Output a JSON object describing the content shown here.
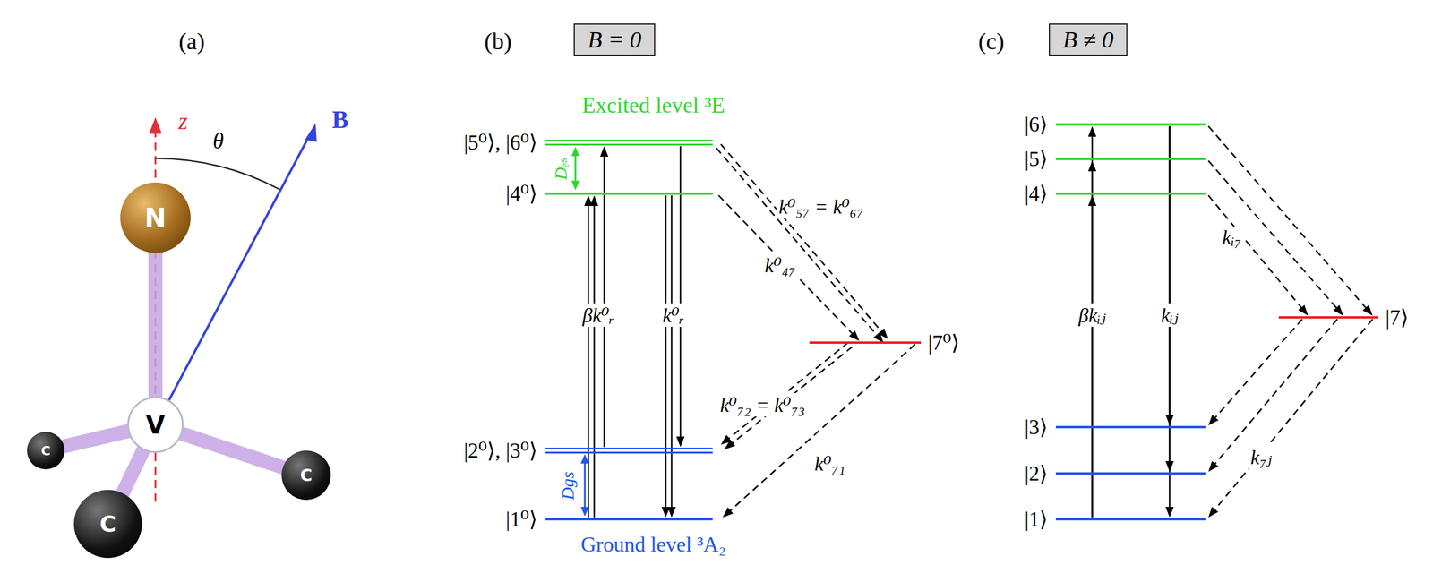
{
  "diagram": {
    "nodes": [
      {
        "text": [
          "N"
        ]
      },
      {
        "text": [
          "V"
        ]
      },
      {
        "text": [
          "C"
        ]
      },
      {
        "text": [
          "C"
        ]
      },
      {
        "text": [
          "C"
        ]
      },
      {
        "text": [
          "B = 0"
        ]
      },
      {
        "text": [
          "|5⁰⟩, |6⁰⟩"
        ]
      },
      {
        "text": [
          "|4⁰⟩"
        ]
      },
      {
        "text": [
          "|7⁰⟩"
        ]
      },
      {
        "text": [
          "|2⁰⟩, |3⁰⟩"
        ]
      },
      {
        "text": [
          "|1⁰⟩"
        ]
      },
      {
        "text": [
          "B ≠ 0"
        ]
      },
      {
        "text": [
          "|6⟩"
        ]
      },
      {
        "text": [
          "|5⟩"
        ]
      },
      {
        "text": [
          "|4⟩"
        ]
      },
      {
        "text": [
          "|7⟩"
        ]
      },
      {
        "text": [
          "|3⟩"
        ]
      },
      {
        "text": [
          "|2⟩"
        ]
      },
      {
        "text": [
          "|1⟩"
        ]
      }
    ],
    "edges": [
      {
        "from": 0,
        "to": 1,
        "arrow": "none"
      },
      {
        "from": 1,
        "to": 2,
        "arrow": "none"
      },
      {
        "from": 1,
        "to": 3,
        "arrow": "none"
      },
      {
        "from": 1,
        "to": 4,
        "arrow": "none"
      },
      {
        "from": 10,
        "to": 7,
        "arrow": "to",
        "label": "βk⁰ᵣ"
      },
      {
        "from": 9,
        "to": 6,
        "arrow": "to"
      },
      {
        "from": 7,
        "to": 10,
        "arrow": "to",
        "label": "k⁰ᵣ"
      },
      {
        "from": 6,
        "to": 9,
        "arrow": "to"
      },
      {
        "from": 6,
        "to": 8,
        "arrow": "to",
        "label": "k⁰₅₇ = k⁰₆₇"
      },
      {
        "from": 7,
        "to": 8,
        "arrow": "to",
        "label": "k⁰₄₇"
      },
      {
        "from": 8,
        "to": 9,
        "arrow": "to",
        "label": "k⁰₇₂ = k⁰₇₃"
      },
      {
        "from": 8,
        "to": 10,
        "arrow": "to",
        "label": "k⁰₇₁"
      },
      {
        "from": 18,
        "to": 14,
        "arrow": "to"
      },
      {
        "from": 18,
        "to": 13,
        "arrow": "to"
      },
      {
        "from": 18,
        "to": 12,
        "arrow": "to",
        "label": "βkᵢⱼ"
      },
      {
        "from": 12,
        "to": 16,
        "arrow": "to"
      },
      {
        "from": 12,
        "to": 17,
        "arrow": "to"
      },
      {
        "from": 12,
        "to": 18,
        "arrow": "to",
        "label": "kᵢⱼ"
      },
      {
        "from": 14,
        "to": 15,
        "arrow": "to"
      },
      {
        "from": 13,
        "to": 15,
        "arrow": "to",
        "label": "kᵢ₇"
      },
      {
        "from": 12,
        "to": 15,
        "arrow": "to"
      },
      {
        "from": 15,
        "to": 16,
        "arrow": "to"
      },
      {
        "from": 15,
        "to": 17,
        "arrow": "to",
        "label": "k₇ⱼ"
      },
      {
        "from": 15,
        "to": 18,
        "arrow": "to"
      }
    ],
    "labels": [
      "(a)",
      "(b)",
      "(c)",
      "z",
      "B",
      "θ",
      "Excited level ³E",
      "Dₑₛ",
      "Ground level ³A₂",
      "Dgs"
    ]
  }
}
